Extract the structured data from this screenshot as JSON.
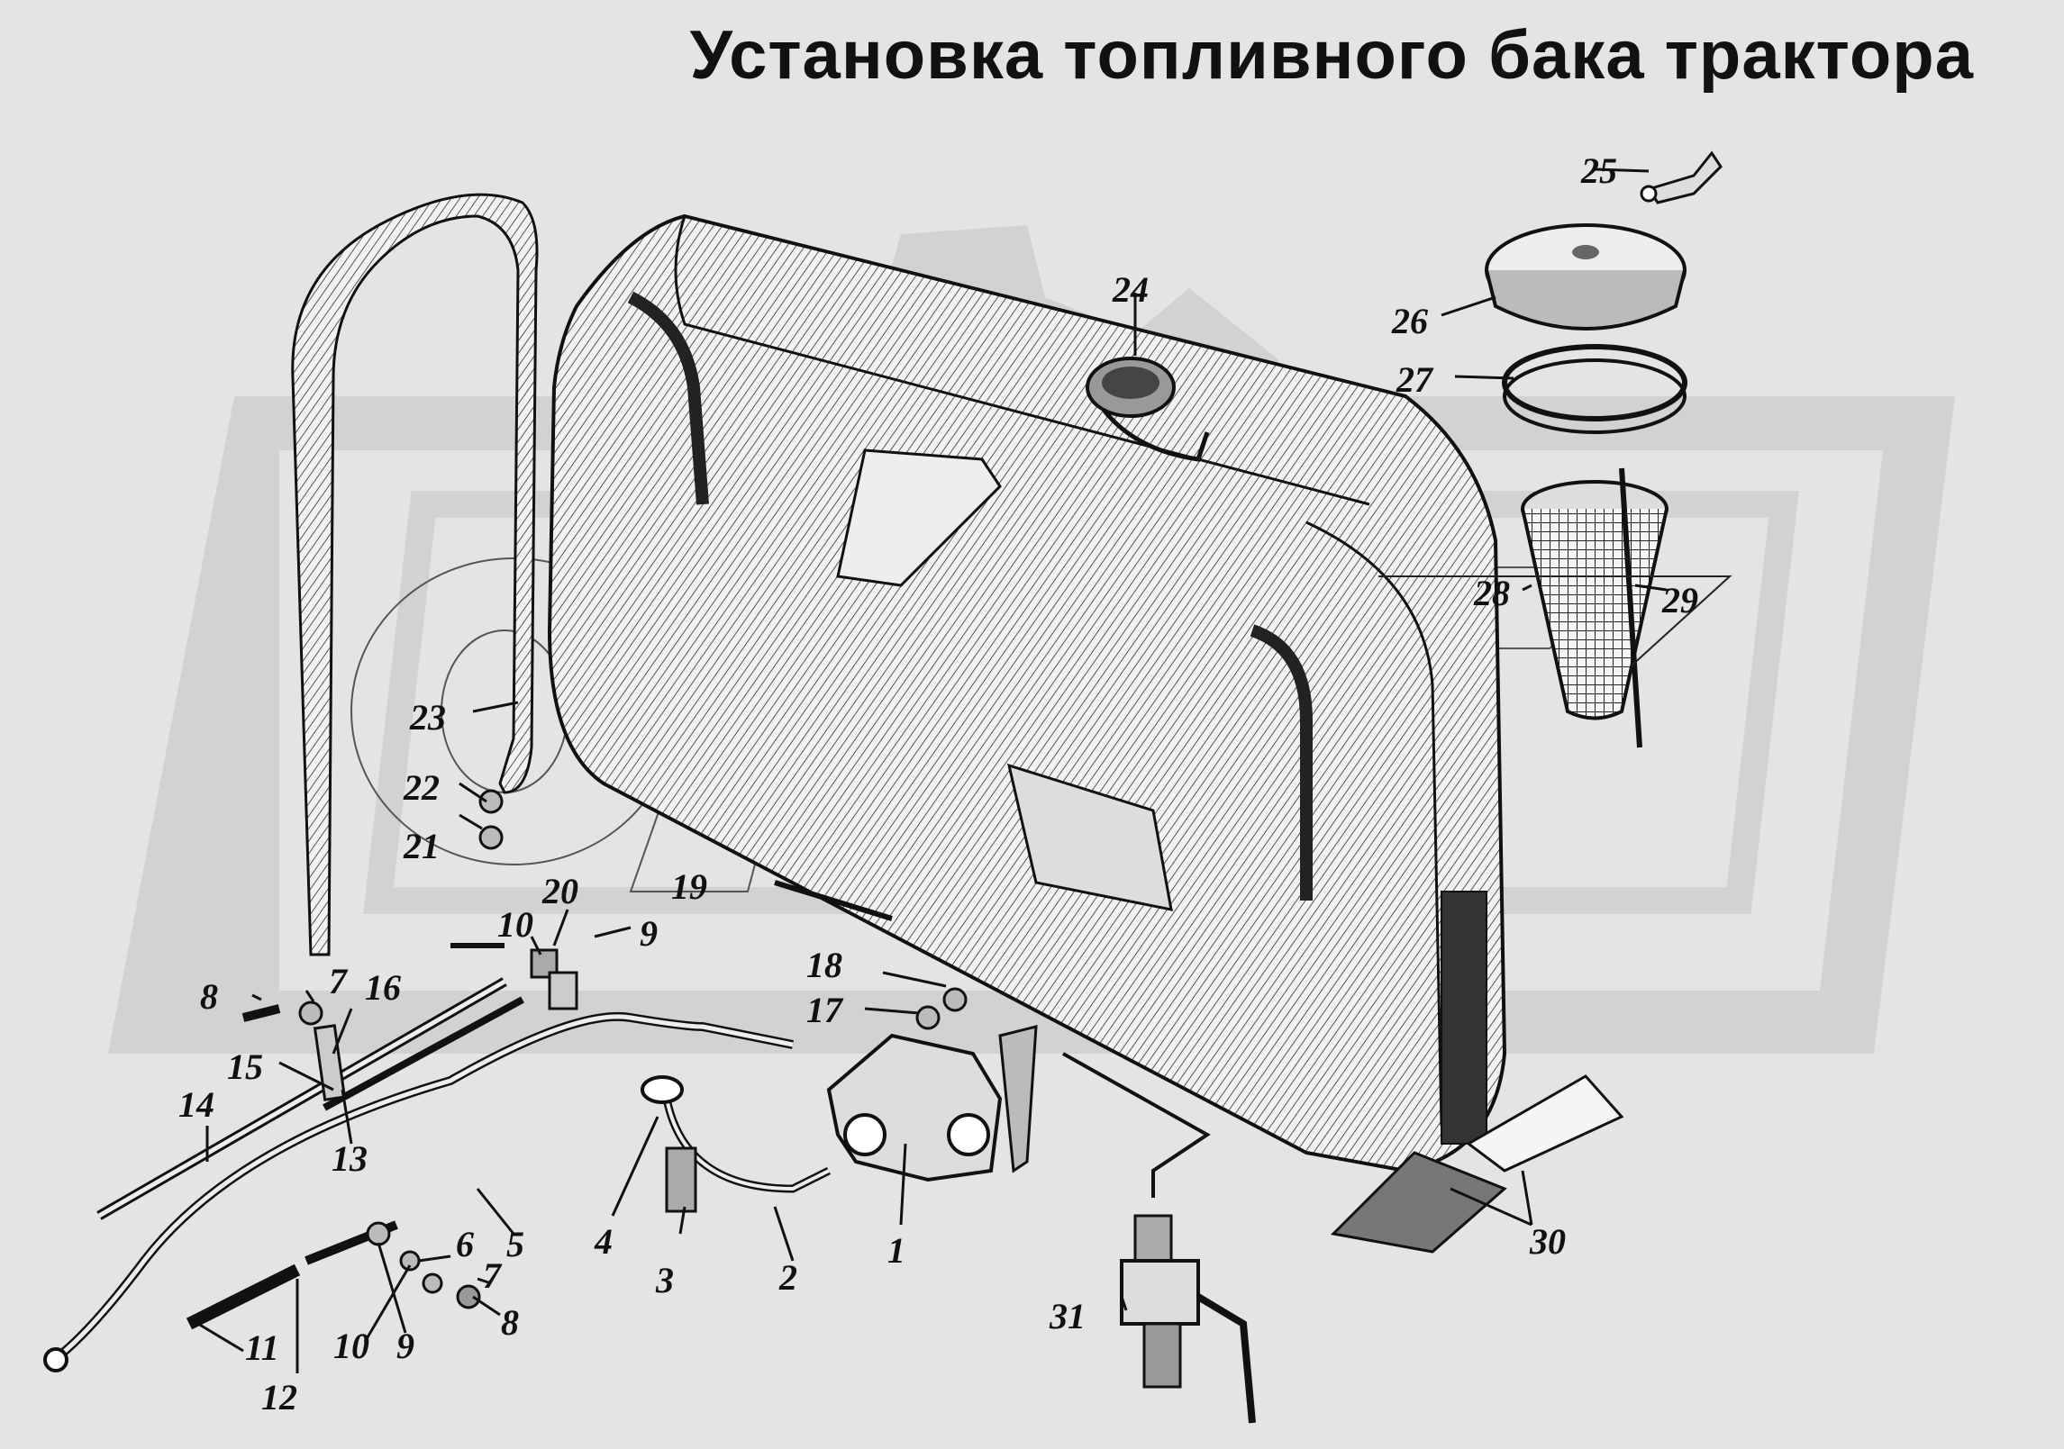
{
  "title": "Установка топливного бака трактора",
  "colors": {
    "background": "#e4e4e4",
    "watermark": "#d2d2d2",
    "ink": "#111111"
  },
  "callouts": [
    {
      "id": "c1",
      "text": "1"
    },
    {
      "id": "c2",
      "text": "2"
    },
    {
      "id": "c3",
      "text": "3"
    },
    {
      "id": "c4",
      "text": "4"
    },
    {
      "id": "c5",
      "text": "5"
    },
    {
      "id": "c6",
      "text": "6"
    },
    {
      "id": "c7a",
      "text": "7"
    },
    {
      "id": "c7b",
      "text": "7"
    },
    {
      "id": "c8a",
      "text": "8"
    },
    {
      "id": "c8b",
      "text": "8"
    },
    {
      "id": "c9a",
      "text": "9"
    },
    {
      "id": "c9b",
      "text": "9"
    },
    {
      "id": "c10a",
      "text": "10"
    },
    {
      "id": "c10b",
      "text": "10"
    },
    {
      "id": "c11",
      "text": "11"
    },
    {
      "id": "c12",
      "text": "12"
    },
    {
      "id": "c13",
      "text": "13"
    },
    {
      "id": "c14",
      "text": "14"
    },
    {
      "id": "c15",
      "text": "15"
    },
    {
      "id": "c16",
      "text": "16"
    },
    {
      "id": "c17",
      "text": "17"
    },
    {
      "id": "c18",
      "text": "18"
    },
    {
      "id": "c19",
      "text": "19"
    },
    {
      "id": "c20",
      "text": "20"
    },
    {
      "id": "c21",
      "text": "21"
    },
    {
      "id": "c22",
      "text": "22"
    },
    {
      "id": "c23",
      "text": "23"
    },
    {
      "id": "c24",
      "text": "24"
    },
    {
      "id": "c25",
      "text": "25"
    },
    {
      "id": "c26",
      "text": "26"
    },
    {
      "id": "c27",
      "text": "27"
    },
    {
      "id": "c28",
      "text": "28"
    },
    {
      "id": "c29",
      "text": "29"
    },
    {
      "id": "c30",
      "text": "30"
    },
    {
      "id": "c31",
      "text": "31"
    }
  ]
}
